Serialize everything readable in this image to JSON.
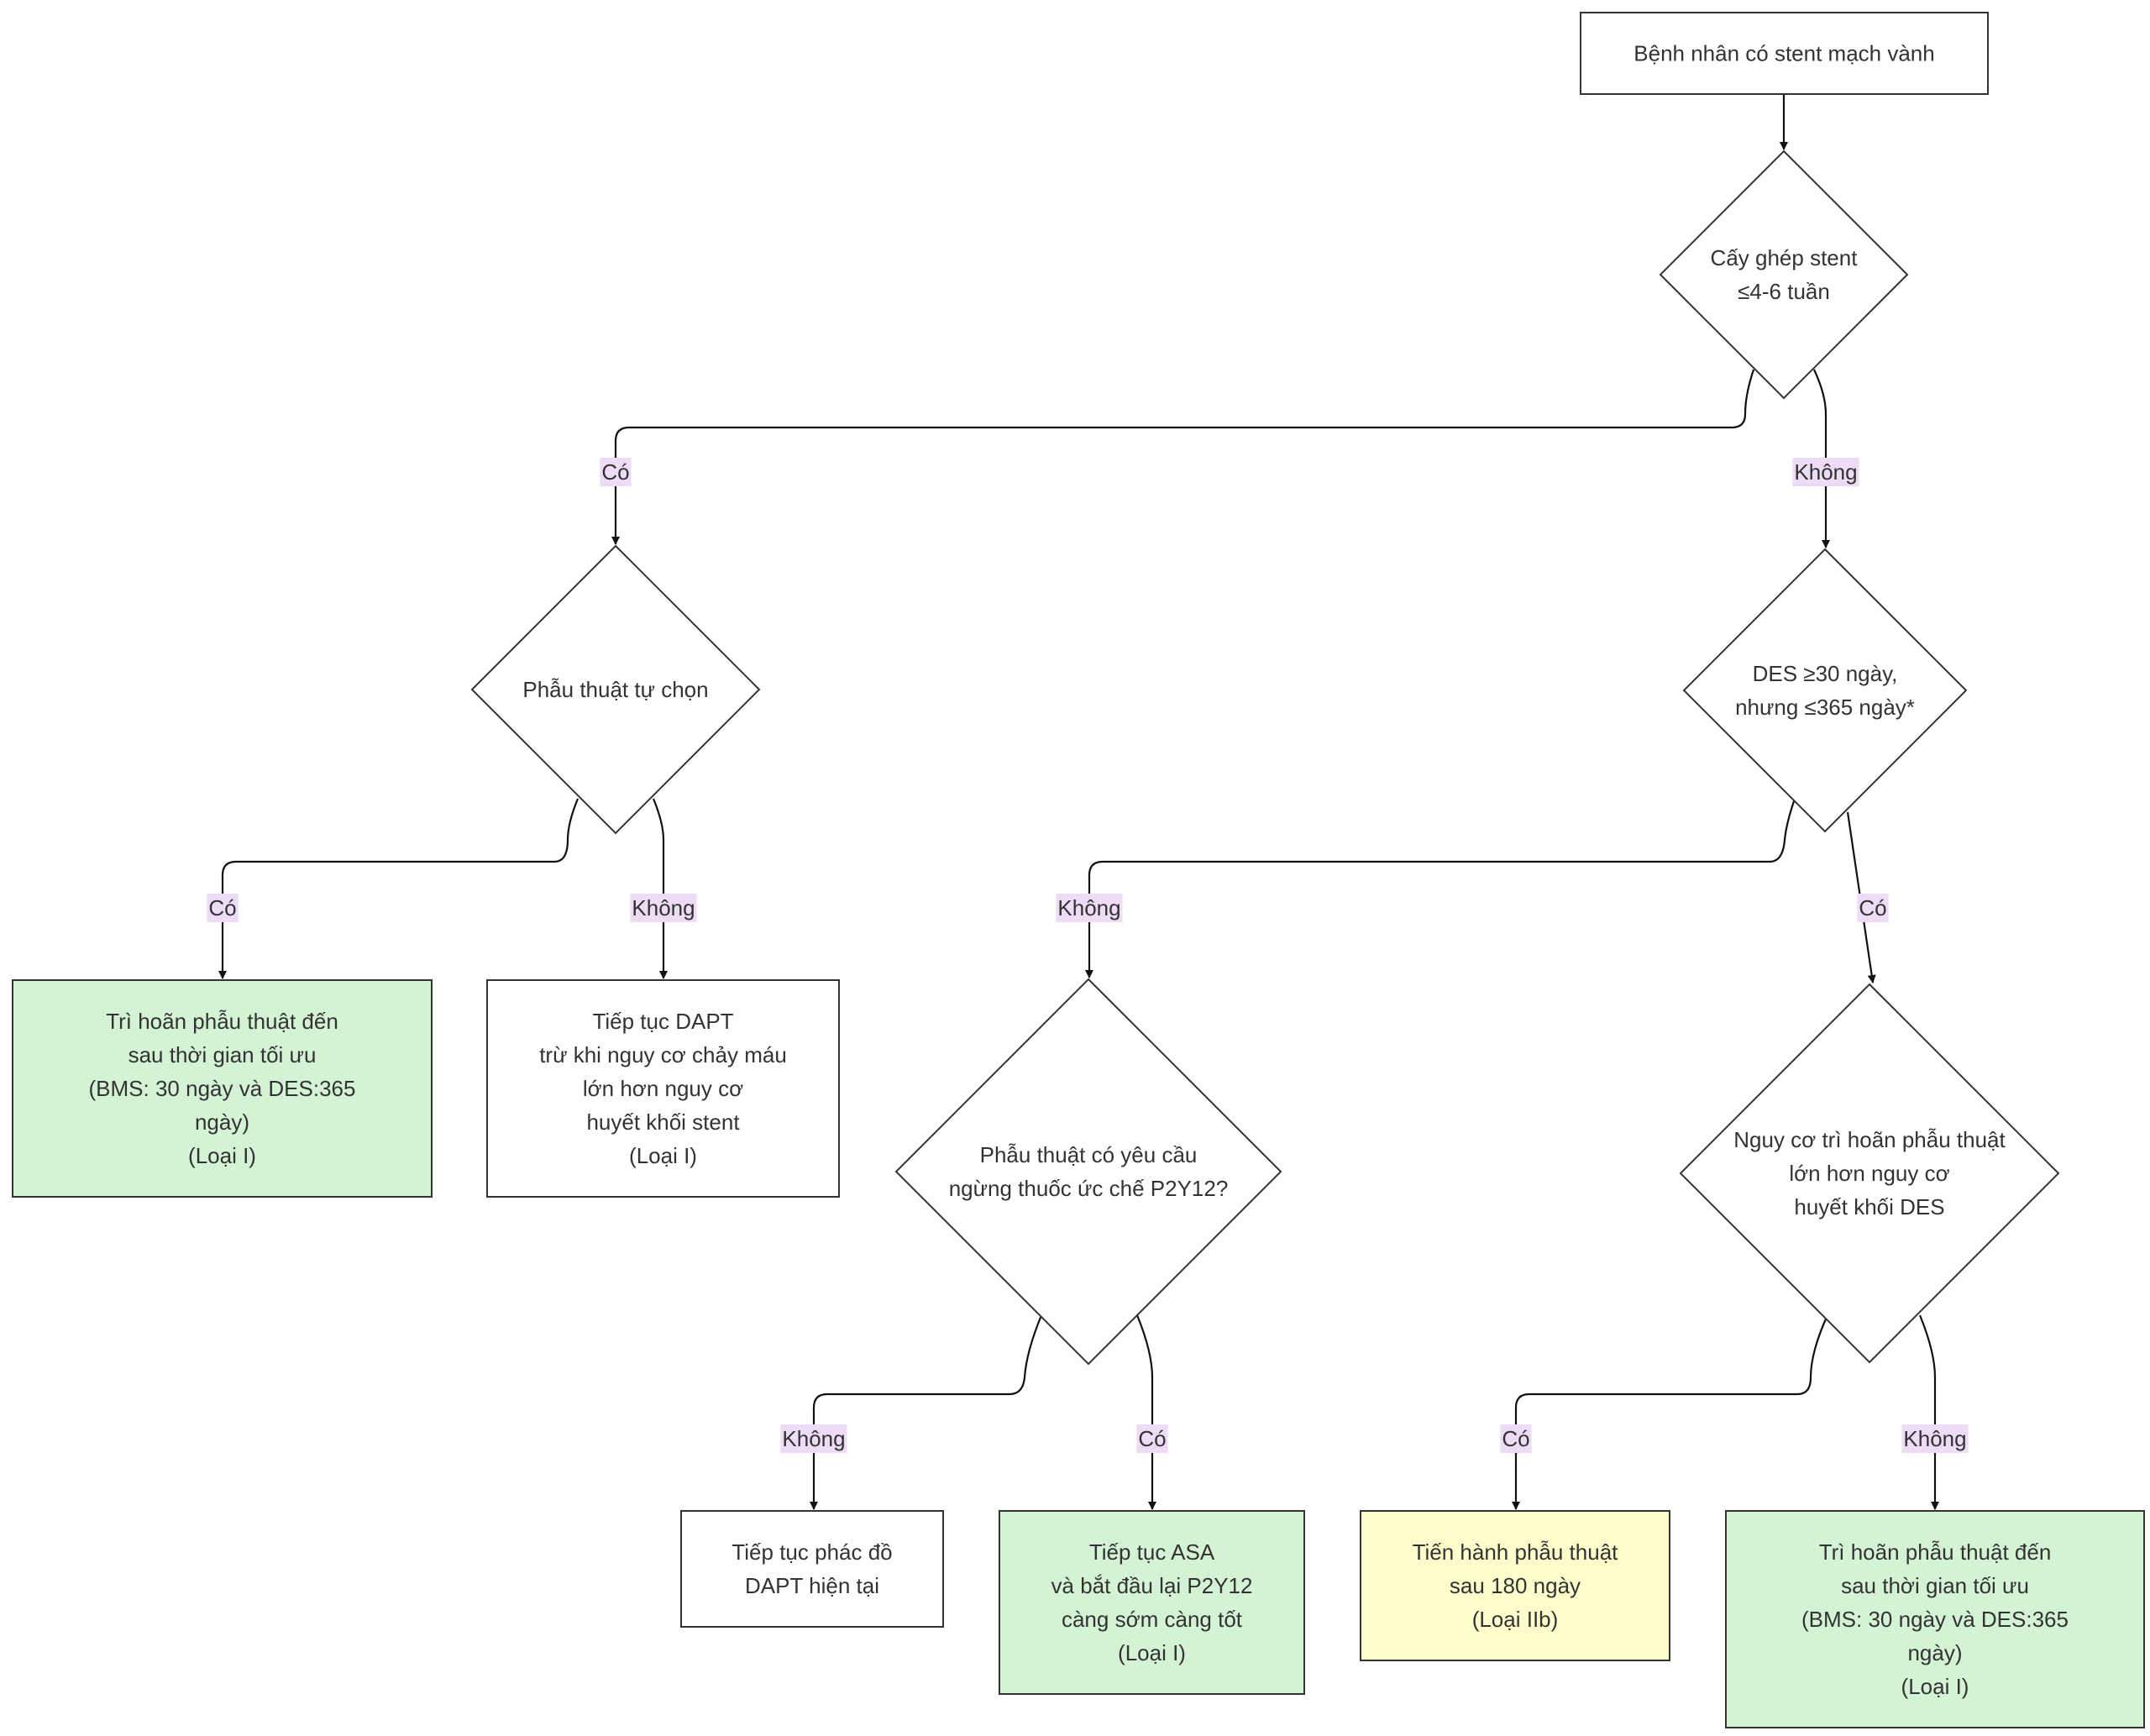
{
  "colors": {
    "default_fill": "#ffffff",
    "green_fill": "#d4f2d4",
    "yellow_fill": "#fefecc",
    "edge_label_bg": "#eedcf7",
    "stroke": "#333333"
  },
  "nodes": {
    "start": {
      "lines": [
        "Bệnh nhân có stent mạch vành"
      ]
    },
    "d_stent": {
      "lines": [
        "Cấy ghép stent",
        "≤4-6 tuần"
      ]
    },
    "d_elective": {
      "lines": [
        "Phẫu thuật tự chọn"
      ]
    },
    "d_des": {
      "lines": [
        "DES ≥30 ngày,",
        "nhưng ≤365 ngày*"
      ]
    },
    "r_delay1": {
      "lines": [
        "Trì hoãn phẫu thuật đến",
        "sau thời gian tối ưu",
        "(BMS: 30 ngày và DES:365",
        "ngày)",
        "(Loại I)"
      ]
    },
    "r_cont_dapt": {
      "lines": [
        "Tiếp tục DAPT",
        "trừ khi nguy cơ chảy máu",
        "lớn hơn nguy cơ",
        "huyết khối stent",
        "(Loại I)"
      ]
    },
    "d_p2y12": {
      "lines": [
        "Phẫu thuật có yêu cầu",
        "ngừng thuốc ức chế P2Y12?"
      ]
    },
    "d_risk": {
      "lines": [
        "Nguy cơ trì hoãn phẫu thuật",
        "lớn hơn nguy cơ",
        "huyết khối DES"
      ]
    },
    "r_cont_current": {
      "lines": [
        "Tiếp tục phác đồ",
        "DAPT hiện tại"
      ]
    },
    "r_asa": {
      "lines": [
        "Tiếp tục ASA",
        "và bắt đầu lại P2Y12",
        "càng sớm càng tốt",
        "(Loại I)"
      ]
    },
    "r_180": {
      "lines": [
        "Tiến hành phẫu thuật",
        "sau 180 ngày",
        "(Loại IIb)"
      ]
    },
    "r_delay2": {
      "lines": [
        "Trì hoãn phẫu thuật đến",
        "sau thời gian tối ưu",
        "(BMS: 30 ngày và DES:365",
        "ngày)",
        "(Loại I)"
      ]
    }
  },
  "edges": {
    "e_start_stent": "",
    "e_stent_yes": "Có",
    "e_stent_no": "Không",
    "e_elective_yes": "Có",
    "e_elective_no": "Không",
    "e_des_no": "Không",
    "e_des_yes": "Có",
    "e_p2y12_no": "Không",
    "e_p2y12_yes": "Có",
    "e_risk_yes": "Có",
    "e_risk_no": "Không"
  }
}
